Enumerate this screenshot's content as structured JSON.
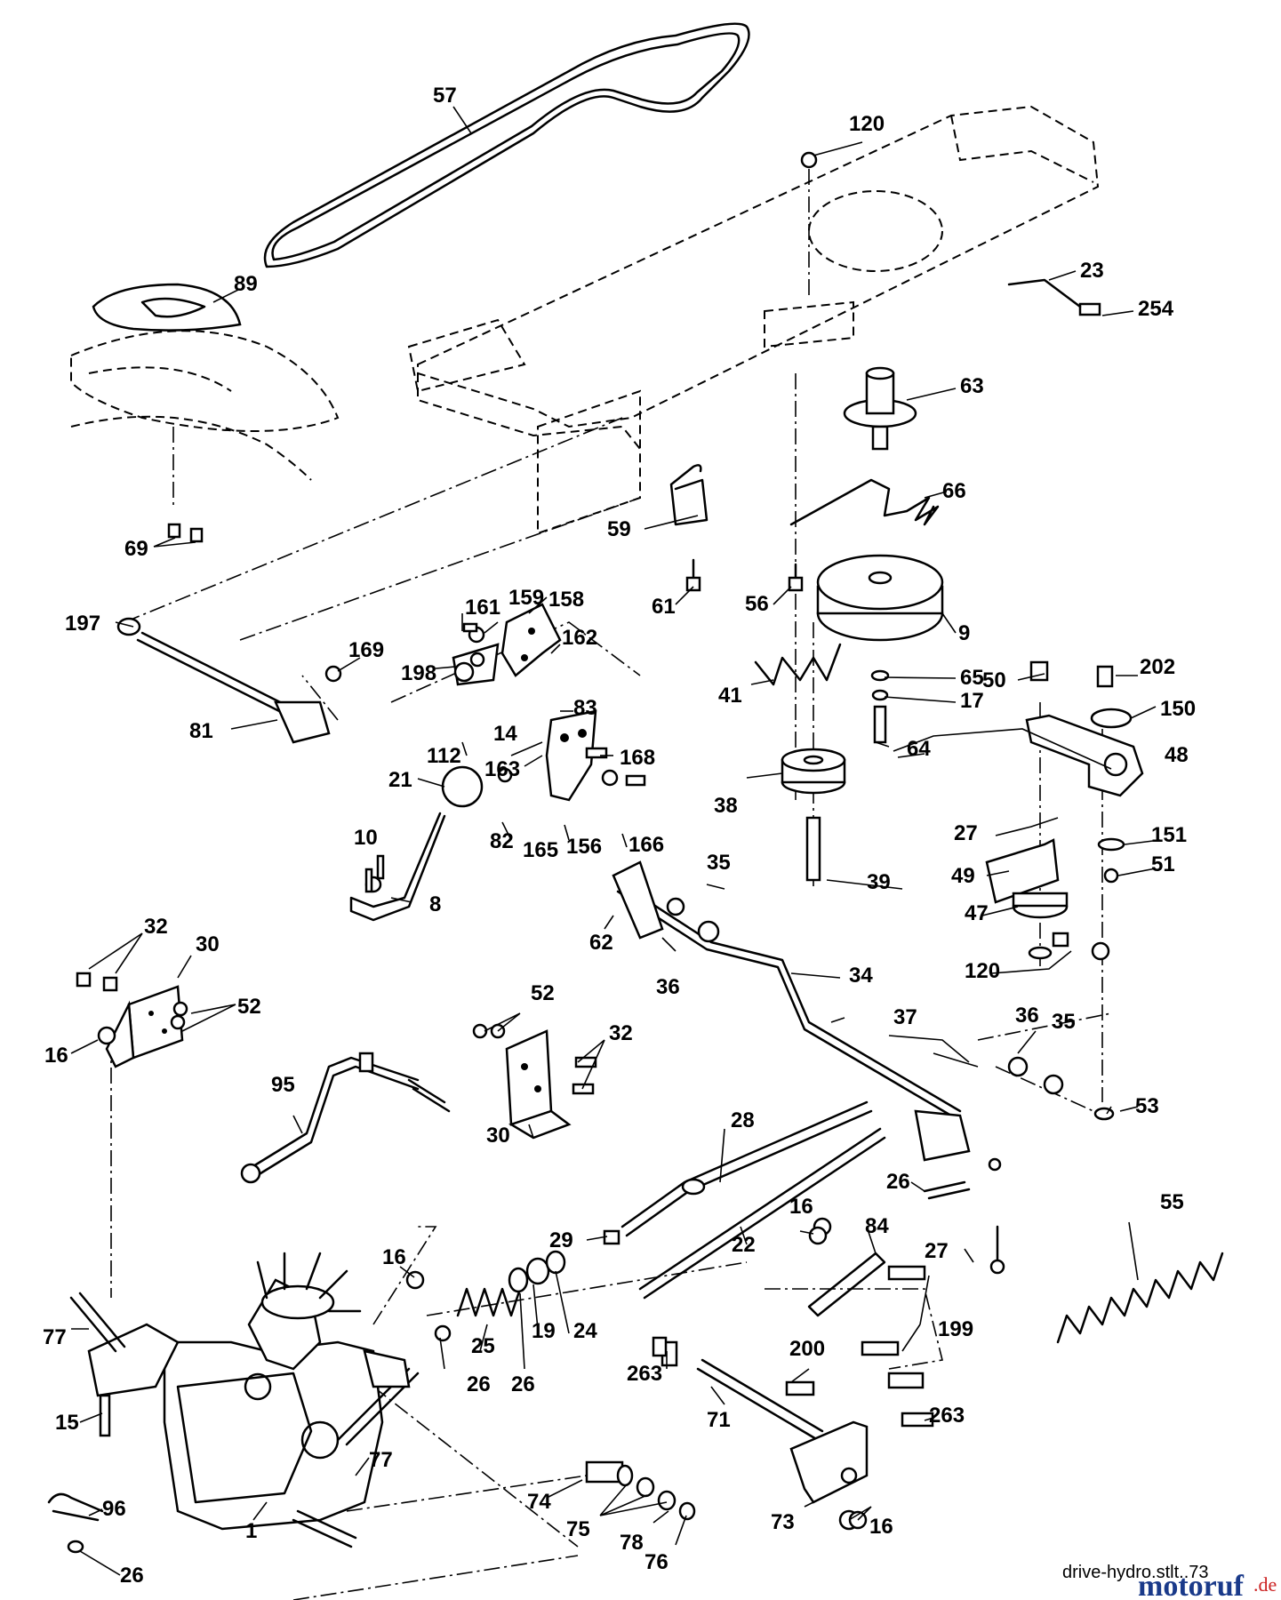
{
  "caption": "drive-hydro.stlt..73",
  "watermark": {
    "brand": "motoruf",
    "tld": ".de",
    "brand_color": "#1a3a8a",
    "tld_color": "#cc2222"
  },
  "labels": {
    "l57": "57",
    "l120a": "120",
    "l89": "89",
    "l23": "23",
    "l254": "254",
    "l63": "63",
    "l66": "66",
    "l59": "59",
    "l69": "69",
    "l61": "61",
    "l56": "56",
    "l9": "9",
    "l197": "197",
    "l161": "161",
    "l159": "159",
    "l158": "158",
    "l169": "169",
    "l162": "162",
    "l198": "198",
    "l65": "65",
    "l17": "17",
    "l50": "50",
    "l202": "202",
    "l150": "150",
    "l41": "41",
    "l83": "83",
    "l81": "81",
    "l112": "112",
    "l14": "14",
    "l64": "64",
    "l48": "48",
    "l163": "163",
    "l168": "168",
    "l21": "21",
    "l38": "38",
    "l27a": "27",
    "l151": "151",
    "l10": "10",
    "l82": "82",
    "l165": "165",
    "l156": "156",
    "l166": "166",
    "l51": "51",
    "l35a": "35",
    "l49": "49",
    "l39": "39",
    "l8": "8",
    "l47": "47",
    "l62": "62",
    "l32a": "32",
    "l30a": "30",
    "l36a": "36",
    "l34": "34",
    "l120b": "120",
    "l52a": "52",
    "l52b": "52",
    "l16a": "16",
    "l32b": "32",
    "l37": "37",
    "l36b": "36",
    "l35b": "35",
    "l95": "95",
    "l53": "53",
    "l30b": "30",
    "l28": "28",
    "l26a": "26",
    "l16b": "16",
    "l84": "84",
    "l55": "55",
    "l29": "29",
    "l22": "22",
    "l27b": "27",
    "l16c": "16",
    "l25": "25",
    "l19": "19",
    "l24": "24",
    "l199": "199",
    "l77a": "77",
    "l200": "200",
    "l263a": "263",
    "l263b": "263",
    "l26b": "26",
    "l26c": "26",
    "l15": "15",
    "l71": "71",
    "l77b": "77",
    "l74": "74",
    "l75": "75",
    "l73": "73",
    "l16d": "16",
    "l96": "96",
    "l1": "1",
    "l78": "78",
    "l76": "76",
    "l26d": "26"
  }
}
